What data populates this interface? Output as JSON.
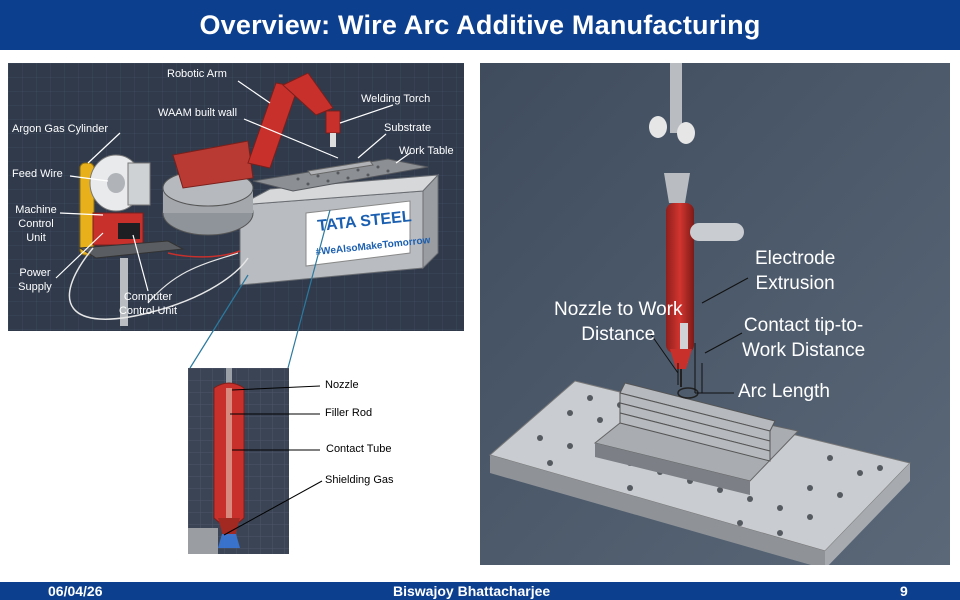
{
  "slide": {
    "title": "Overview: Wire Arc Additive Manufacturing"
  },
  "setup_image": {
    "labels": {
      "robotic_arm": "Robotic Arm",
      "welding_torch": "Welding Torch",
      "waam_built_wall": "WAAM built wall",
      "substrate": "Substrate",
      "argon_gas_cylinder": "Argon Gas Cylinder",
      "work_table": "Work Table",
      "feed_wire": "Feed Wire",
      "machine_control_unit": [
        "Machine",
        "Control",
        "Unit"
      ],
      "power_supply": [
        "Power",
        "Supply"
      ],
      "computer_control_unit": [
        "Computer",
        "Control Unit"
      ]
    },
    "logo": {
      "brand": "TATA STEEL",
      "tagline": "#WeAlsoMakeTomorrow"
    }
  },
  "torch_detail": {
    "labels": {
      "nozzle": "Nozzle",
      "filler_rod": "Filler Rod",
      "contact_tube": "Contact Tube",
      "shielding_gas": "Shielding Gas"
    }
  },
  "geometry_image": {
    "labels": {
      "electrode_extrusion": [
        "Electrode",
        "Extrusion"
      ],
      "nozzle_to_work_distance": [
        "Nozzle to Work",
        "Distance"
      ],
      "contact_tip_to_work_distance": [
        "Contact tip-to-",
        "Work Distance"
      ],
      "arc_length": "Arc Length"
    }
  },
  "footer": {
    "date": "06/04/26",
    "author": "Biswajoy Bhattacharjee",
    "page_number": "9"
  },
  "colors": {
    "header_blue": "#0d3f8f",
    "torch_red": "#c8302c",
    "cad_background": "#2d3748",
    "render_background": "#4a5868"
  }
}
